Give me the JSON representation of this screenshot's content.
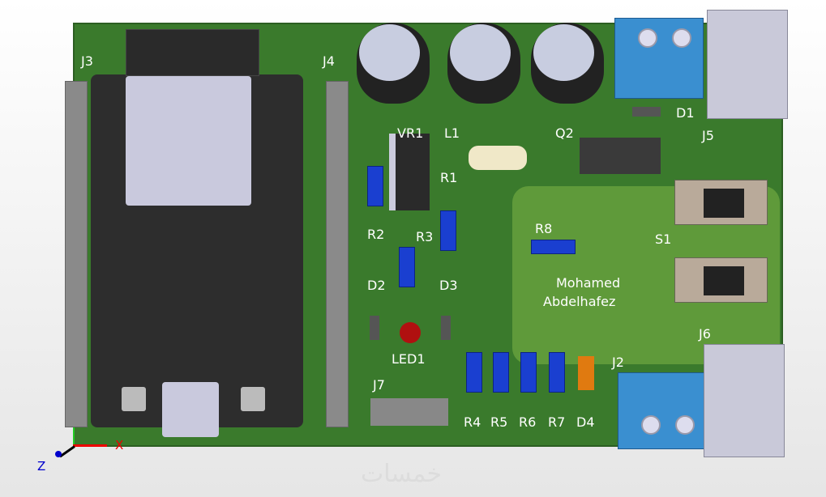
{
  "board": {
    "refdes": {
      "J3": "J3",
      "J4": "J4",
      "VR1": "VR1",
      "L1": "L1",
      "Q2": "Q2",
      "D1": "D1",
      "J5": "J5",
      "R1": "R1",
      "R2": "R2",
      "R3": "R3",
      "R8": "R8",
      "S1": "S1",
      "D2": "D2",
      "D3": "D3",
      "LED1": "LED1",
      "J7": "J7",
      "J2": "J2",
      "R4": "R4",
      "R5": "R5",
      "R6": "R6",
      "R7": "R7",
      "D4": "D4",
      "J6": "J6"
    },
    "silkscreen_text": [
      "Mohamed",
      "Abdelhafez"
    ]
  },
  "axes": {
    "x": "X",
    "z": "Z"
  },
  "watermark": "خمسات",
  "colors": {
    "board": "#3a7a2c",
    "pour": "#5f9a3a",
    "resistor": "#1a3fd0",
    "terminal": "#3a8fd0"
  }
}
